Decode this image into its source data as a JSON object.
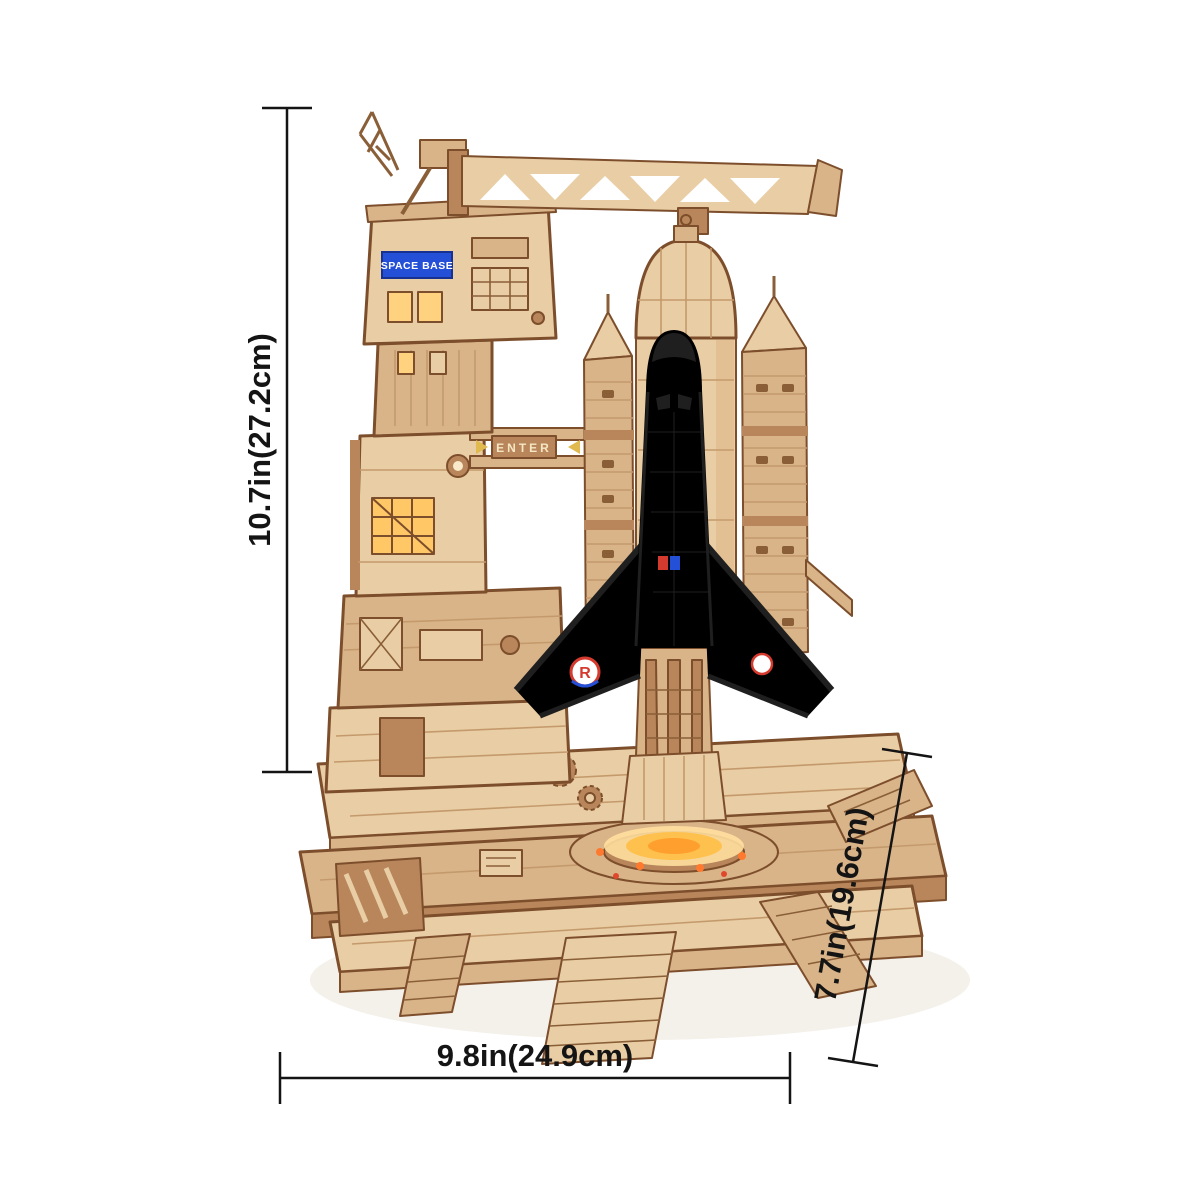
{
  "dimensions": {
    "height": {
      "label": "10.7in(27.2cm)"
    },
    "width": {
      "label": "9.8in(24.9cm)"
    },
    "depth": {
      "label": "7.7in(19.6cm)"
    }
  },
  "model": {
    "sign_text": "SPACE BASE",
    "bridge_text": "ENTER",
    "wing_logo_letter": "R",
    "colors": {
      "wood_light": "#e9cda4",
      "wood_mid": "#d9b489",
      "wood_dark": "#b8865a",
      "outline": "#7d4e2c",
      "window_glow": "#ffc766",
      "shuttle_white": "#f4f3ef",
      "shuttle_black": "#1f1f1f",
      "sign_blue": "#2450d8",
      "logo_red": "#d43a2e",
      "dimension_line": "#141414",
      "background": "#ffffff"
    }
  }
}
